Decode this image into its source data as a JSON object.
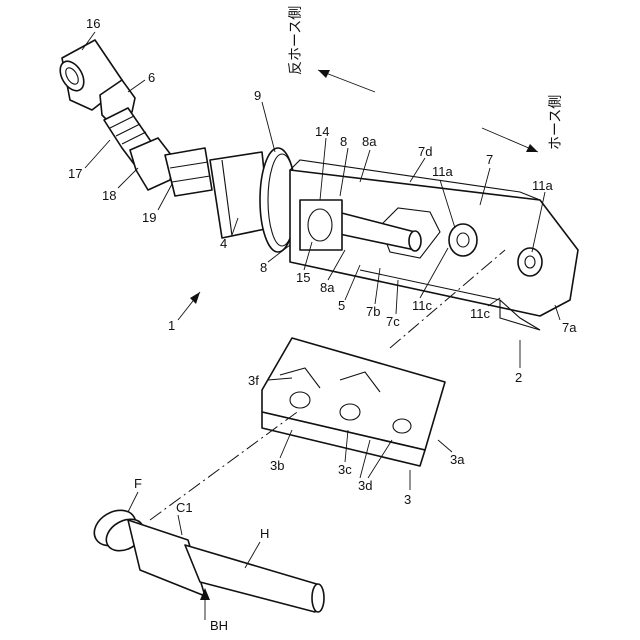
{
  "labels": {
    "l1": "1",
    "l2": "2",
    "l3": "3",
    "l3a": "3a",
    "l3b": "3b",
    "l3c": "3c",
    "l3d": "3d",
    "l3f": "3f",
    "l4": "4",
    "l5": "5",
    "l6": "6",
    "l7": "7",
    "l7a": "7a",
    "l7b": "7b",
    "l7c": "7c",
    "l7d": "7d",
    "l8top": "8",
    "l8a_top": "8a",
    "l8bottom": "8",
    "l8a_bottom": "8a",
    "l9": "9",
    "l11a_1": "11a",
    "l11a_2": "11a",
    "l11c_1": "11c",
    "l11c_2": "11c",
    "l14": "14",
    "l15": "15",
    "l16": "16",
    "l17": "17",
    "l18": "18",
    "l19": "19",
    "lF": "F",
    "lC1": "C1",
    "lH": "H",
    "lBH": "BH"
  },
  "directions": {
    "anti_hose_side": "反ホース側",
    "hose_side": "ホース側"
  }
}
